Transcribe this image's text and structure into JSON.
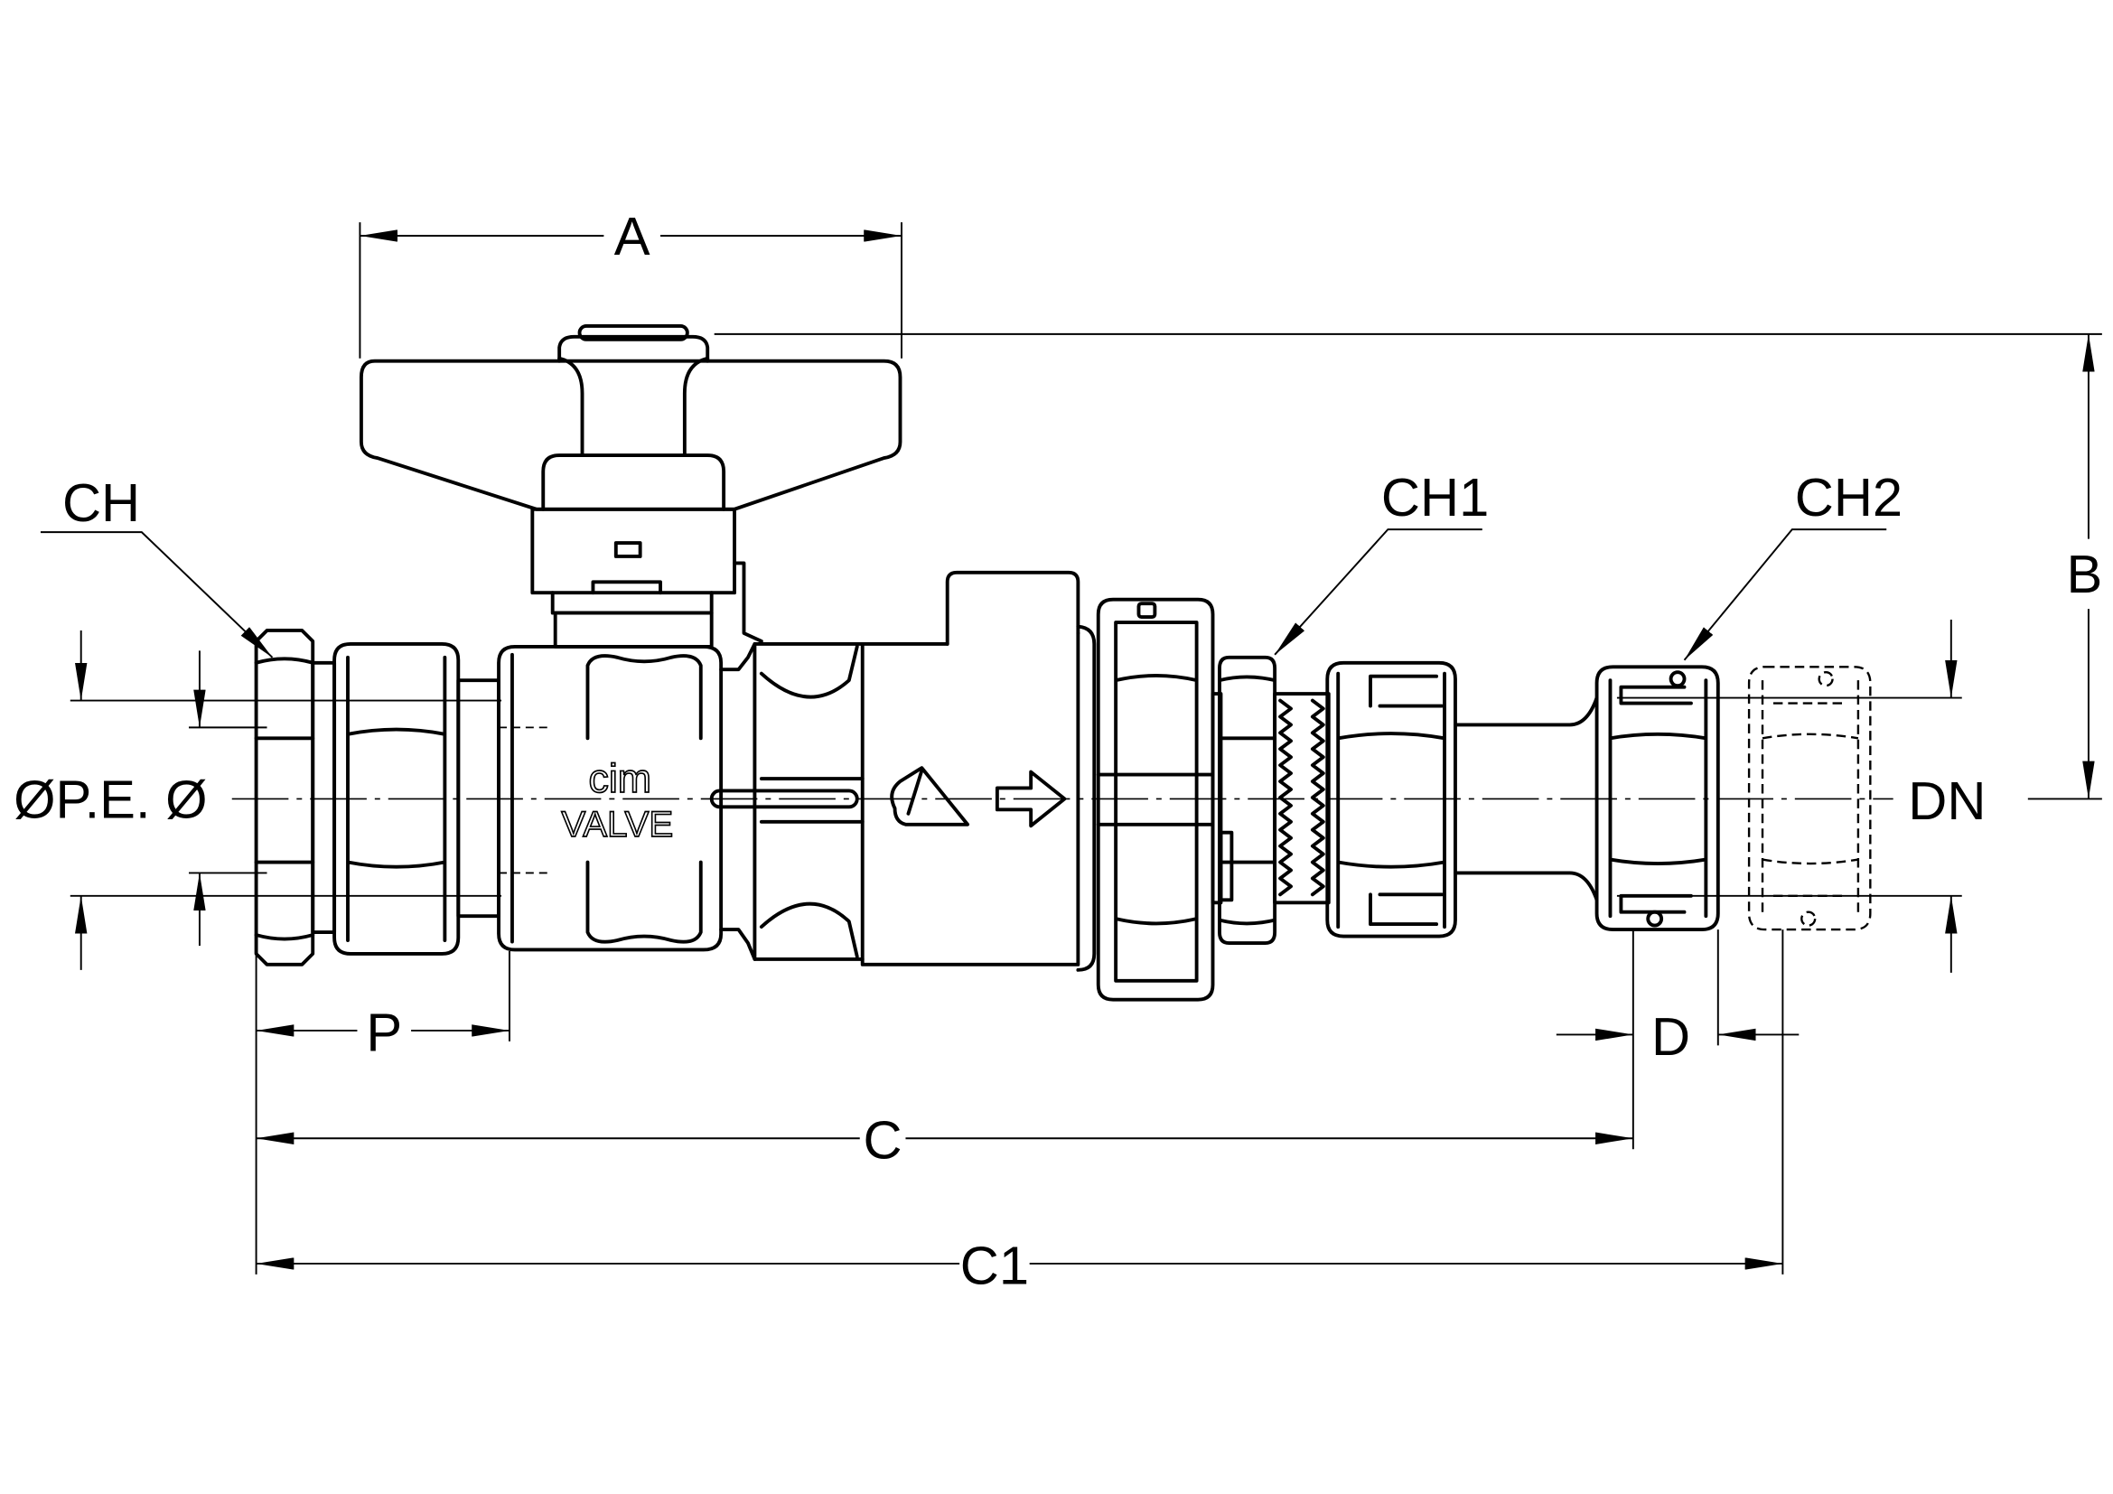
{
  "labels": {
    "dim_a": "A",
    "dim_b": "B",
    "ch": "CH",
    "ch1": "CH1",
    "ch2": "CH2",
    "pe_diameter": "ØP.E. Ø",
    "dn": "DN",
    "dim_p": "P",
    "dim_d": "D",
    "dim_c": "C",
    "dim_c1": "C1"
  },
  "brand_marking": {
    "line1": "cim",
    "line2": "VALVE"
  },
  "icons": {
    "logo": "cim-logo-icon",
    "flow": "flow-direction-arrow-icon"
  },
  "colors": {
    "line": "#000000",
    "background": "#ffffff"
  }
}
